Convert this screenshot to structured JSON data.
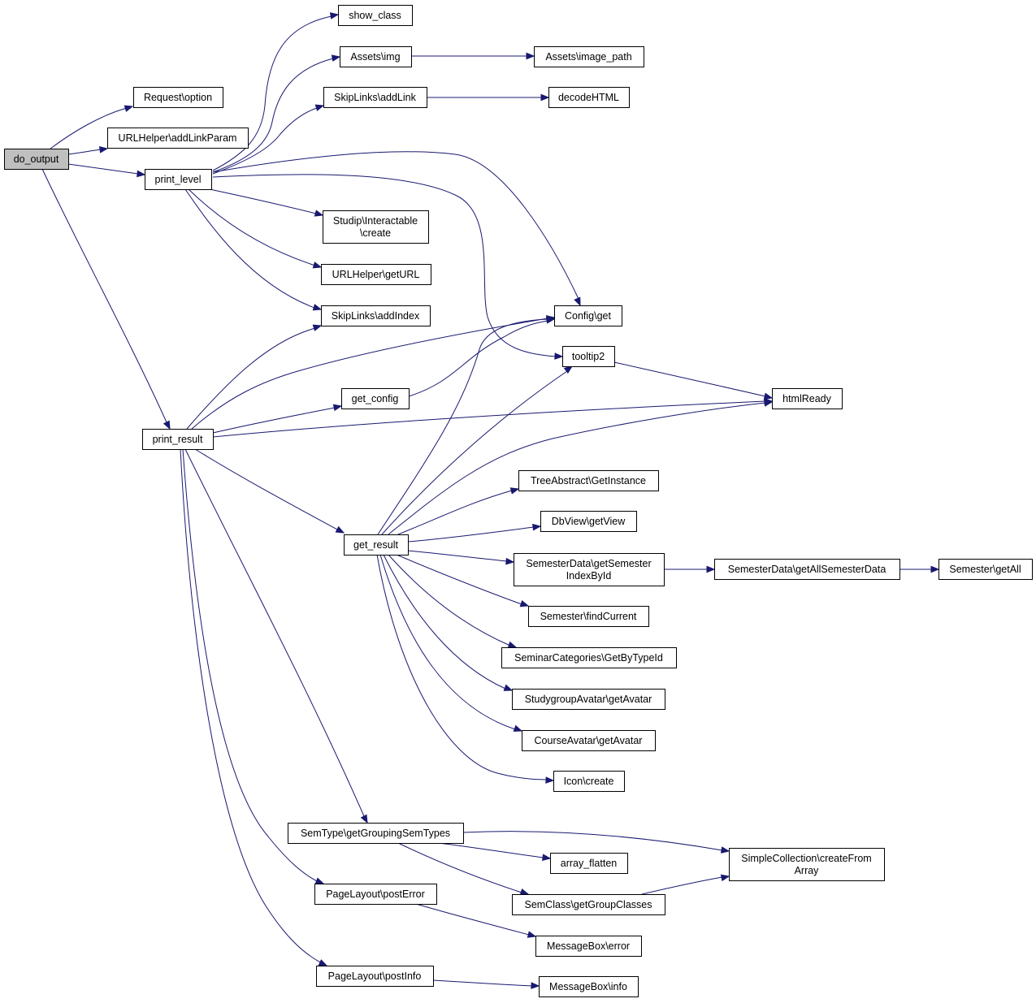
{
  "colors": {
    "edge": "#191970",
    "root_fill": "#bfbfbf",
    "node_fill": "#ffffff",
    "node_border": "#000000"
  },
  "nodes": {
    "do_output": [
      "do_output"
    ],
    "request_option": [
      "Request\\option"
    ],
    "urlhelper_addlinkparam": [
      "URLHelper\\addLinkParam"
    ],
    "print_level": [
      "print_level"
    ],
    "print_result": [
      "print_result"
    ],
    "show_class": [
      "show_class"
    ],
    "assets_img": [
      "Assets\\img"
    ],
    "assets_image_path": [
      "Assets\\image_path"
    ],
    "skiplinks_addlink": [
      "SkipLinks\\addLink"
    ],
    "decodehtml": [
      "decodeHTML"
    ],
    "studip_interactable_create": [
      "Studip\\Interactable",
      "\\create"
    ],
    "urlhelper_geturl": [
      "URLHelper\\getURL"
    ],
    "skiplinks_addindex": [
      "SkipLinks\\addIndex"
    ],
    "config_get": [
      "Config\\get"
    ],
    "tooltip2": [
      "tooltip2"
    ],
    "htmlready": [
      "htmlReady"
    ],
    "get_config": [
      "get_config"
    ],
    "get_result": [
      "get_result"
    ],
    "treeabstract_getinstance": [
      "TreeAbstract\\GetInstance"
    ],
    "dbview_getview": [
      "DbView\\getView"
    ],
    "semesterdata_getsemesterindexbyid": [
      "SemesterData\\getSemester",
      "IndexById"
    ],
    "semesterdata_getallsemesterdata": [
      "SemesterData\\getAllSemesterData"
    ],
    "semester_getall": [
      "Semester\\getAll"
    ],
    "semester_findcurrent": [
      "Semester\\findCurrent"
    ],
    "seminarcategories_getbytypeid": [
      "SeminarCategories\\GetByTypeId"
    ],
    "studygroupavatar_getavatar": [
      "StudygroupAvatar\\getAvatar"
    ],
    "courseavatar_getavatar": [
      "CourseAvatar\\getAvatar"
    ],
    "icon_create": [
      "Icon\\create"
    ],
    "semtype_getgroupingsemtypes": [
      "SemType\\getGroupingSemTypes"
    ],
    "simplecollection_createfromarray": [
      "SimpleCollection\\createFrom",
      "Array"
    ],
    "array_flatten": [
      "array_flatten"
    ],
    "semclass_getgroupclasses": [
      "SemClass\\getGroupClasses"
    ],
    "pagelayout_posterror": [
      "PageLayout\\postError"
    ],
    "messagebox_error": [
      "MessageBox\\error"
    ],
    "pagelayout_postinfo": [
      "PageLayout\\postInfo"
    ],
    "messagebox_info": [
      "MessageBox\\info"
    ]
  },
  "edges": [
    [
      "do_output",
      "request_option"
    ],
    [
      "do_output",
      "urlhelper_addlinkparam"
    ],
    [
      "do_output",
      "print_level"
    ],
    [
      "do_output",
      "print_result"
    ],
    [
      "print_level",
      "show_class"
    ],
    [
      "print_level",
      "assets_img"
    ],
    [
      "print_level",
      "skiplinks_addlink"
    ],
    [
      "print_level",
      "config_get"
    ],
    [
      "print_level",
      "tooltip2"
    ],
    [
      "print_level",
      "studip_interactable_create"
    ],
    [
      "print_level",
      "urlhelper_geturl"
    ],
    [
      "print_level",
      "skiplinks_addindex"
    ],
    [
      "assets_img",
      "assets_image_path"
    ],
    [
      "skiplinks_addlink",
      "decodehtml"
    ],
    [
      "tooltip2",
      "htmlready"
    ],
    [
      "print_result",
      "skiplinks_addindex"
    ],
    [
      "print_result",
      "config_get"
    ],
    [
      "print_result",
      "get_config"
    ],
    [
      "print_result",
      "htmlready"
    ],
    [
      "print_result",
      "get_result"
    ],
    [
      "print_result",
      "semtype_getgroupingsemtypes"
    ],
    [
      "print_result",
      "pagelayout_posterror"
    ],
    [
      "print_result",
      "pagelayout_postinfo"
    ],
    [
      "get_config",
      "config_get"
    ],
    [
      "get_result",
      "config_get"
    ],
    [
      "get_result",
      "tooltip2"
    ],
    [
      "get_result",
      "htmlready"
    ],
    [
      "get_result",
      "treeabstract_getinstance"
    ],
    [
      "get_result",
      "dbview_getview"
    ],
    [
      "get_result",
      "semesterdata_getsemesterindexbyid"
    ],
    [
      "get_result",
      "semester_findcurrent"
    ],
    [
      "get_result",
      "seminarcategories_getbytypeid"
    ],
    [
      "get_result",
      "studygroupavatar_getavatar"
    ],
    [
      "get_result",
      "courseavatar_getavatar"
    ],
    [
      "get_result",
      "icon_create"
    ],
    [
      "semesterdata_getsemesterindexbyid",
      "semesterdata_getallsemesterdata"
    ],
    [
      "semesterdata_getallsemesterdata",
      "semester_getall"
    ],
    [
      "semtype_getgroupingsemtypes",
      "simplecollection_createfromarray"
    ],
    [
      "semtype_getgroupingsemtypes",
      "array_flatten"
    ],
    [
      "semtype_getgroupingsemtypes",
      "semclass_getgroupclasses"
    ],
    [
      "semclass_getgroupclasses",
      "simplecollection_createfromarray"
    ],
    [
      "pagelayout_posterror",
      "messagebox_error"
    ],
    [
      "pagelayout_postinfo",
      "messagebox_info"
    ]
  ]
}
